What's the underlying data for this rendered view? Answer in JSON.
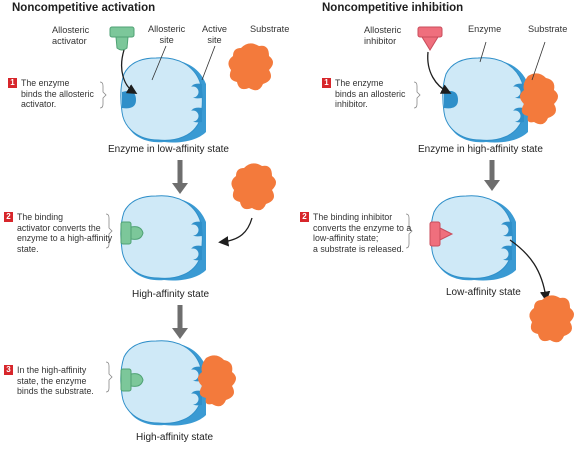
{
  "left_panel": {
    "title": "Noncompetitive activation",
    "labels": {
      "activator": "Allosteric\nactivator",
      "allosteric_site": "Allosteric\nsite",
      "active_site": "Active\nsite",
      "substrate": "Substrate"
    },
    "steps": [
      {
        "number": "1",
        "text": "The enzyme\nbinds the allosteric\nactivator."
      },
      {
        "number": "2",
        "text": "The binding\nactivator converts the\nenzyme to a high-affinity\nstate."
      },
      {
        "number": "3",
        "text": "In the high-affinity\nstate, the enzyme\nbinds the substrate."
      }
    ],
    "captions": [
      "Enzyme in low-affinity state",
      "High-affinity state",
      "High-affinity state"
    ]
  },
  "right_panel": {
    "title": "Noncompetitive inhibition",
    "labels": {
      "inhibitor": "Allosteric\ninhibitor",
      "enzyme": "Enzyme",
      "substrate": "Substrate"
    },
    "steps": [
      {
        "number": "1",
        "text": "The enzyme\nbinds an allosteric\ninhibitor."
      },
      {
        "number": "2",
        "text": "The binding inhibitor\nconverts the enzyme to a\nlow-affinity state;\na substrate is released."
      }
    ],
    "captions": [
      "Enzyme in high-affinity state",
      "Low-affinity state"
    ]
  },
  "colors": {
    "enzyme_fill": "#cfe9f7",
    "enzyme_edge": "#2f8fc9",
    "enzyme_shadow": "#3a9ad3",
    "substrate": "#f37a3c",
    "activator": "#7cc79a",
    "inhibitor": "#ef6f7d",
    "arrow": "#6e6e6e",
    "step_badge": "#d7262b"
  }
}
